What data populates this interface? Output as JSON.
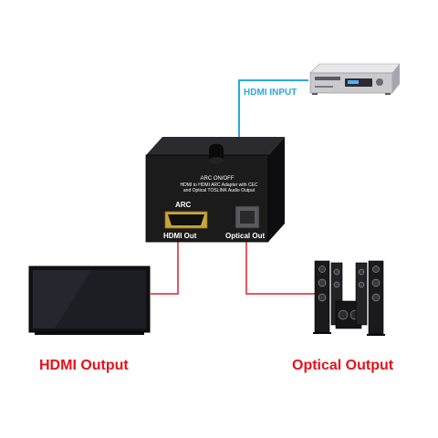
{
  "labels": {
    "hdmi_input": "HDMI INPUT",
    "hdmi_output": "HDMI Output",
    "optical_output": "Optical Output"
  },
  "device": {
    "arc_onoff": "ARC ON/OFF",
    "description_line1": "HDMI to HDMI ARC Adapter with CEC",
    "description_line2": "and Optical TOSLINK Audio Output",
    "arc": "ARC",
    "hdmi_out_port": "HDMI Out",
    "optical_out_port": "Optical Out"
  },
  "colors": {
    "hdmi_input_label": "#29a9e1",
    "hdmi_input_cable": "#29a9e1",
    "output_label": "#e3121a",
    "output_cable": "#d9242b",
    "device_body": "#1b1b1b"
  },
  "icons": {
    "source": "dvd-player-icon",
    "sink_video": "tv-icon",
    "sink_audio": "speaker-system-icon",
    "adapter": "hdmi-arc-adapter-icon"
  }
}
